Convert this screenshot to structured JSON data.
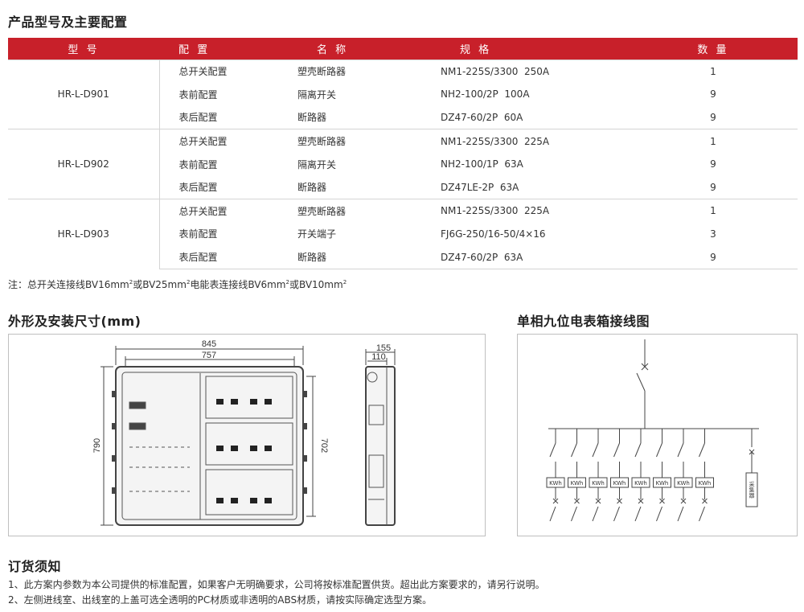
{
  "page_title": "产品型号及主要配置",
  "table": {
    "headers": [
      "型 号",
      "配 置",
      "名 称",
      "规 格",
      "数 量"
    ],
    "groups": [
      {
        "model": "HR-L-D901",
        "rows": [
          {
            "config": "总开关配置",
            "name": "塑壳断路器",
            "spec": "NM1-225S/3300  250A",
            "qty": "1"
          },
          {
            "config": "表前配置",
            "name": "隔离开关",
            "spec": "NH2-100/2P  100A",
            "qty": "9"
          },
          {
            "config": "表后配置",
            "name": "断路器",
            "spec": "DZ47-60/2P  60A",
            "qty": "9"
          }
        ]
      },
      {
        "model": "HR-L-D902",
        "rows": [
          {
            "config": "总开关配置",
            "name": "塑壳断路器",
            "spec": "NM1-225S/3300  225A",
            "qty": "1"
          },
          {
            "config": "表前配置",
            "name": "隔离开关",
            "spec": "NH2-100/1P  63A",
            "qty": "9"
          },
          {
            "config": "表后配置",
            "name": "断路器",
            "spec": "DZ47LE-2P  63A",
            "qty": "9"
          }
        ]
      },
      {
        "model": "HR-L-D903",
        "rows": [
          {
            "config": "总开关配置",
            "name": "塑壳断路器",
            "spec": "NM1-225S/3300  225A",
            "qty": "1"
          },
          {
            "config": "表前配置",
            "name": "开关端子",
            "spec": "FJ6G-250/16-50/4×16",
            "qty": "3"
          },
          {
            "config": "表后配置",
            "name": "断路器",
            "spec": "DZ47-60/2P  63A",
            "qty": "9"
          }
        ]
      }
    ]
  },
  "note": {
    "p1": "注：总开关连接线BV16mm",
    "p2": "或BV25mm",
    "p3": "电能表连接线BV6mm",
    "p4": "或BV10mm",
    "sup": "2"
  },
  "dims_section": {
    "title": "外形及安装尺寸(mm)",
    "width_outer": "845",
    "width_inner": "757",
    "height_outer": "790",
    "height_inner": "702",
    "depth_outer": "155",
    "depth_inner": "110"
  },
  "wiring_section": {
    "title": "单相九位电表箱接线图",
    "meter_label": "KWh",
    "collector_label": "采集器",
    "meter_count": 8
  },
  "order": {
    "title": "订货须知",
    "lines": [
      "1、此方案内参数为本公司提供的标准配置，如果客户无明确要求，公司将按标准配置供货。超出此方案要求的，请另行说明。",
      "2、左侧进线室、出线室的上盖可选全透明的PC材质或非透明的ABS材质，请按实际确定选型方案。"
    ]
  },
  "colors": {
    "accent": "#c8202a",
    "text": "#333333",
    "border": "#d4d4d4"
  }
}
